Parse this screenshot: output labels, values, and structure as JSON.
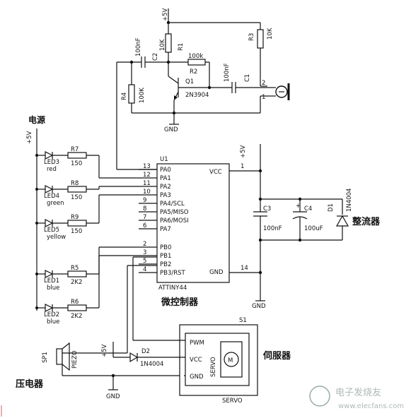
{
  "labels": {
    "power_cn": "电源",
    "mcu_cn": "微控制器",
    "rectifier_cn": "整流器",
    "servo_cn": "伺服器",
    "piezo_cn": "压电器",
    "watermark": "电子发烧友",
    "watermark_url": "www.elecfans.com"
  },
  "supply": {
    "vcc": "+5V",
    "gnd": "GND"
  },
  "mic": {
    "r1": "R1",
    "r1_val": "10K",
    "r3": "R3",
    "r3_val": "10K",
    "c2": "C2",
    "c2_val": "100nF",
    "r2": "R2",
    "r2_val": "100k",
    "q1": "Q1",
    "q1_val": "2N3904",
    "c1": "C1",
    "c1_val": "100nF",
    "r4": "R4",
    "r4_val": "100K",
    "pin1": "1",
    "pin2": "2"
  },
  "mcu": {
    "ref": "U1",
    "part": "ATTINY44",
    "vcc": "VCC",
    "gnd": "GND",
    "left_pins": [
      {
        "num": "13",
        "name": "PA0"
      },
      {
        "num": "12",
        "name": "PA1"
      },
      {
        "num": "11",
        "name": "PA2"
      },
      {
        "num": "10",
        "name": "PA3"
      },
      {
        "num": "9",
        "name": "PA4/SCL"
      },
      {
        "num": "8",
        "name": "PA5/MISO"
      },
      {
        "num": "7",
        "name": "PA6/MOSI"
      },
      {
        "num": "6",
        "name": "PA7"
      },
      {
        "num": "2",
        "name": "PB0"
      },
      {
        "num": "3",
        "name": "PB1"
      },
      {
        "num": "5",
        "name": "PB2"
      },
      {
        "num": "4",
        "name": "PB3/RST"
      }
    ],
    "vcc_pin": "1",
    "gnd_pin": "14"
  },
  "leds": [
    {
      "ref": "LED3",
      "color": "red",
      "res": "R7",
      "val": "150"
    },
    {
      "ref": "LED4",
      "color": "green",
      "res": "R8",
      "val": "150"
    },
    {
      "ref": "LED5",
      "color": "yellow",
      "res": "R9",
      "val": "150"
    },
    {
      "ref": "LED1",
      "color": "blue",
      "res": "R5",
      "val": "2K2"
    },
    {
      "ref": "LED2",
      "color": "blue",
      "res": "R6",
      "val": "2K2"
    }
  ],
  "rect_section": {
    "c3": "C3",
    "c3_val": "100nF",
    "c4": "C4",
    "c4_val": "100uF",
    "d1": "D1",
    "d1_val": "1N4004"
  },
  "servo": {
    "ref": "S1",
    "pwm": "PWM",
    "vcc": "VCC",
    "gnd": "GND",
    "body": "SERVO",
    "motor": "M",
    "name": "SERVO",
    "d2": "D2",
    "d2_val": "1N4004"
  },
  "piezo": {
    "ref": "SP1",
    "name": "PIEZO"
  }
}
